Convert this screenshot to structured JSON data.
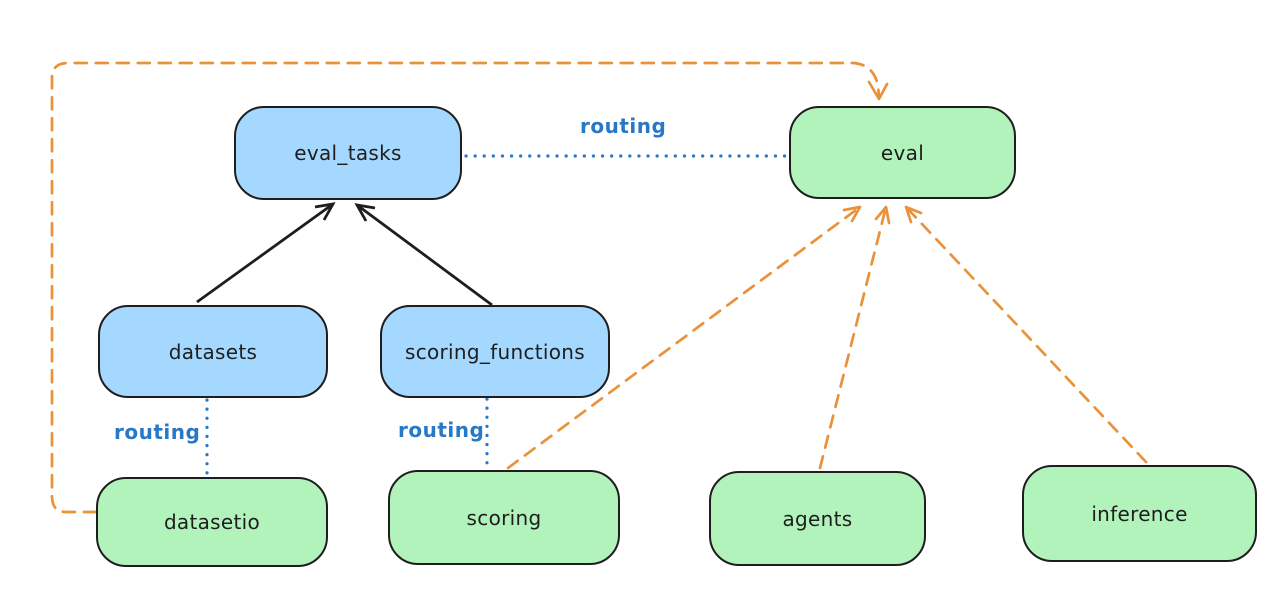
{
  "nodes": {
    "eval_tasks": {
      "label": "eval_tasks",
      "fill": "#a5d8ff"
    },
    "eval": {
      "label": "eval",
      "fill": "#b2f2bb"
    },
    "datasets": {
      "label": "datasets",
      "fill": "#a5d8ff"
    },
    "scoring_functions": {
      "label": "scoring_functions",
      "fill": "#a5d8ff"
    },
    "datasetio": {
      "label": "datasetio",
      "fill": "#b2f2bb"
    },
    "scoring": {
      "label": "scoring",
      "fill": "#b2f2bb"
    },
    "agents": {
      "label": "agents",
      "fill": "#b2f2bb"
    },
    "inference": {
      "label": "inference",
      "fill": "#b2f2bb"
    }
  },
  "edges": [
    {
      "from": "datasets",
      "to": "eval_tasks",
      "style": "solid",
      "color": "black",
      "arrow": true,
      "label": ""
    },
    {
      "from": "scoring_functions",
      "to": "eval_tasks",
      "style": "solid",
      "color": "black",
      "arrow": true,
      "label": ""
    },
    {
      "from": "eval_tasks",
      "to": "eval",
      "style": "dotted",
      "color": "blue",
      "arrow": false,
      "label": "routing"
    },
    {
      "from": "datasets",
      "to": "datasetio",
      "style": "dotted",
      "color": "blue",
      "arrow": false,
      "label": "routing"
    },
    {
      "from": "scoring_functions",
      "to": "scoring",
      "style": "dotted",
      "color": "blue",
      "arrow": false,
      "label": "routing"
    },
    {
      "from": "datasetio",
      "to": "eval",
      "style": "dashed",
      "color": "orange",
      "arrow": true,
      "label": ""
    },
    {
      "from": "scoring",
      "to": "eval",
      "style": "dashed",
      "color": "orange",
      "arrow": true,
      "label": ""
    },
    {
      "from": "agents",
      "to": "eval",
      "style": "dashed",
      "color": "orange",
      "arrow": true,
      "label": ""
    },
    {
      "from": "inference",
      "to": "eval",
      "style": "dashed",
      "color": "orange",
      "arrow": true,
      "label": ""
    }
  ],
  "colors": {
    "stroke": "#1e1e1e",
    "node_blue": "#a5d8ff",
    "node_green": "#b2f2bb",
    "routing_blue": "#2878c8",
    "arrow_orange": "#e9923a",
    "background": "#ffffff"
  }
}
